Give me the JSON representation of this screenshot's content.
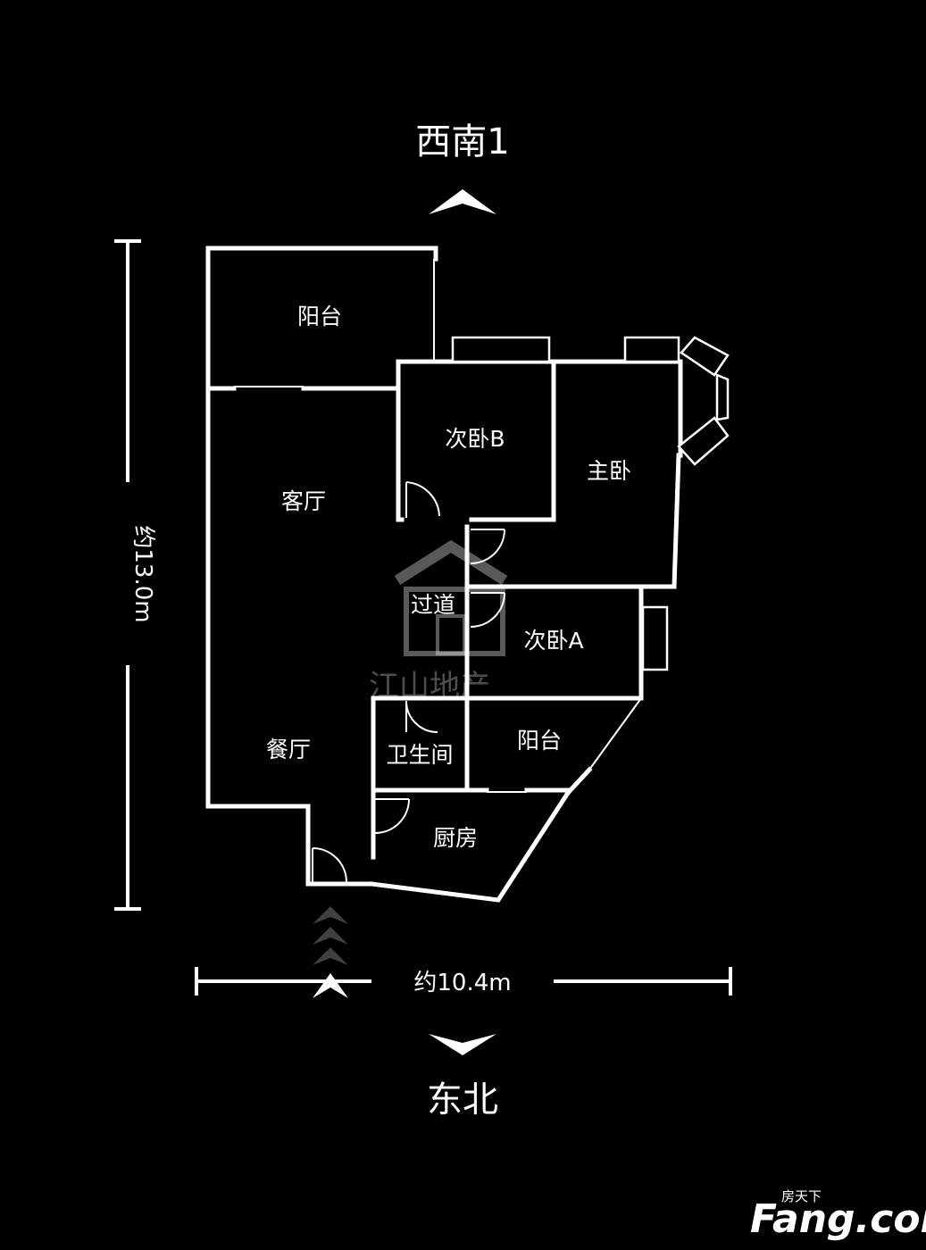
{
  "directions": {
    "top": "西南1",
    "bottom": "东北"
  },
  "dimensions": {
    "vertical": "约13.0m",
    "horizontal": "约10.4m"
  },
  "rooms": {
    "balcony_top": "阳台",
    "living_room": "客厅",
    "bedroom_b": "次卧B",
    "master_bedroom": "主卧",
    "corridor": "过道",
    "bedroom_a": "次卧A",
    "dining_room": "餐厅",
    "bathroom": "卫生间",
    "balcony_bottom": "阳台",
    "kitchen": "厨房"
  },
  "watermark": {
    "agency": "江山地产"
  },
  "brand": {
    "top": "房天下",
    "name": "Fang.com"
  },
  "icons": {
    "north_arrow": "chevron-up-icon",
    "south_arrow": "chevron-down-icon",
    "entrance": "entrance-arrow-icon"
  },
  "colors": {
    "background": "#000000",
    "foreground": "#ffffff"
  }
}
